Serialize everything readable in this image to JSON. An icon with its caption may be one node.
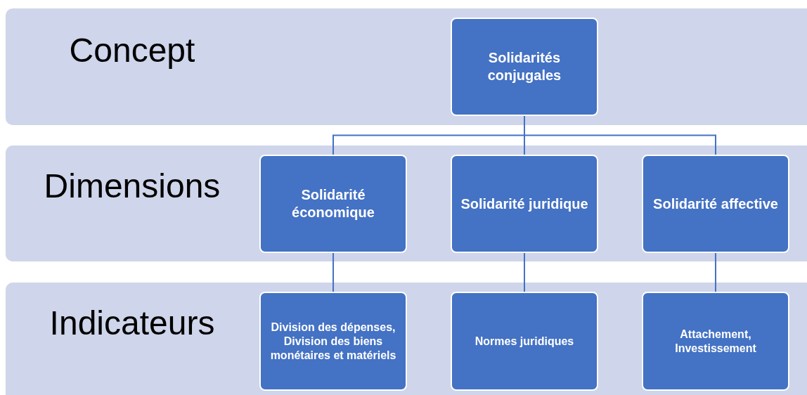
{
  "diagram": {
    "nodes": [
      {
        "text": [
          "Concept"
        ]
      },
      {
        "text": [
          "Solidarités conjugales"
        ],
        "in": 0
      },
      {
        "text": [
          "Dimensions"
        ]
      },
      {
        "text": [
          "Solidarité économique"
        ],
        "in": 2
      },
      {
        "text": [
          "Solidarité juridique"
        ],
        "in": 2
      },
      {
        "text": [
          "Solidarité affective"
        ],
        "in": 2
      },
      {
        "text": [
          "Indicateurs"
        ]
      },
      {
        "text": [
          "Division des dépenses, Division des biens monétaires et matériels"
        ],
        "in": 6
      },
      {
        "text": [
          "Normes juridiques"
        ],
        "in": 6
      },
      {
        "text": [
          "Attachement, Investissement"
        ],
        "in": 6
      }
    ],
    "edges": [
      {
        "from": 1,
        "to": 3,
        "arrow": "none"
      },
      {
        "from": 1,
        "to": 4,
        "arrow": "none"
      },
      {
        "from": 1,
        "to": 5,
        "arrow": "none"
      },
      {
        "from": 3,
        "to": 7,
        "arrow": "none"
      },
      {
        "from": 4,
        "to": 8,
        "arrow": "none"
      },
      {
        "from": 5,
        "to": 9,
        "arrow": "none"
      }
    ]
  }
}
